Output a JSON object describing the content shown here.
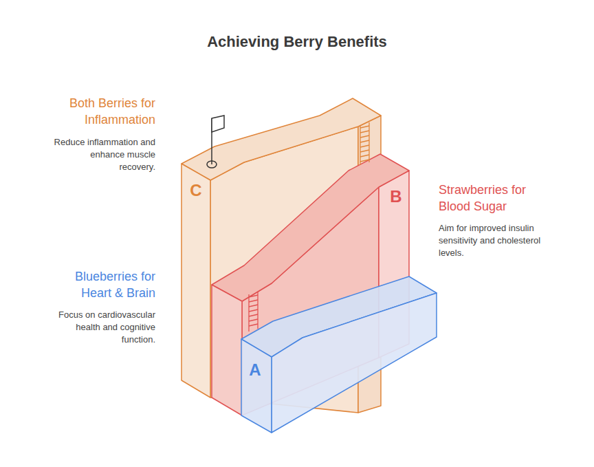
{
  "diagram": {
    "title": "Achieving Berry Benefits",
    "nodes": [
      {
        "text": [
          "Both Berries for Inflammation",
          "Reduce inflammation and enhance muscle recovery.",
          "C"
        ]
      },
      {
        "text": [
          "Strawberries for Blood Sugar",
          "Aim for improved insulin sensitivity and cholesterol levels.",
          "B"
        ]
      },
      {
        "text": [
          "Blueberries for Heart & Brain",
          "Focus on cardiovascular health and cognitive function.",
          "A"
        ]
      }
    ]
  }
}
